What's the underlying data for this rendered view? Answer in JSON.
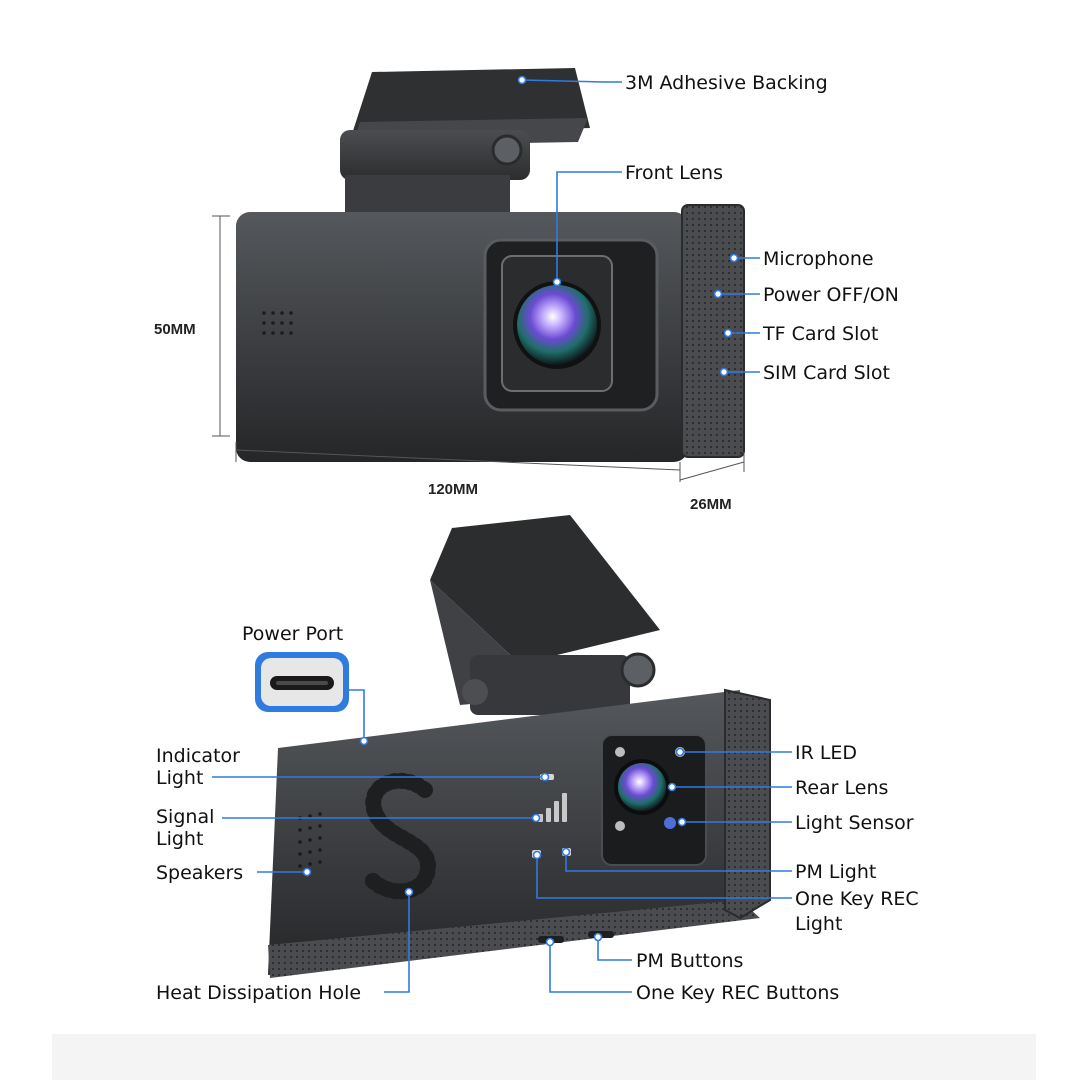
{
  "dimensions": {
    "height": "50MM",
    "length": "120MM",
    "depth": "26MM"
  },
  "front_view": {
    "callouts": [
      {
        "key": "adhesive",
        "text": "3M Adhesive Backing"
      },
      {
        "key": "front_lens",
        "text": "Front Lens"
      },
      {
        "key": "microphone",
        "text": "Microphone"
      },
      {
        "key": "power_switch",
        "text": "Power OFF/ON"
      },
      {
        "key": "tf_slot",
        "text": "TF Card Slot"
      },
      {
        "key": "sim_slot",
        "text": "SIM Card Slot"
      }
    ]
  },
  "rear_view": {
    "power_port_label": "Power Port",
    "callouts": [
      {
        "key": "indicator",
        "lines": [
          "Indicator",
          "Light"
        ]
      },
      {
        "key": "signal",
        "lines": [
          "Signal",
          "Light"
        ]
      },
      {
        "key": "speakers",
        "lines": [
          "Speakers"
        ]
      },
      {
        "key": "heat",
        "lines": [
          "Heat Dissipation Hole"
        ]
      },
      {
        "key": "ir_led",
        "lines": [
          "IR LED"
        ]
      },
      {
        "key": "rear_lens",
        "lines": [
          "Rear Lens"
        ]
      },
      {
        "key": "light_sensor",
        "lines": [
          "Light Sensor"
        ]
      },
      {
        "key": "pm_light",
        "lines": [
          "PM Light"
        ]
      },
      {
        "key": "rec_light",
        "lines": [
          "One Key REC",
          "Light"
        ]
      },
      {
        "key": "pm_buttons",
        "lines": [
          "PM Buttons"
        ]
      },
      {
        "key": "rec_buttons",
        "lines": [
          "One Key REC Buttons"
        ]
      }
    ]
  },
  "colors": {
    "accent": "#2f7be0",
    "body": "#3e4043",
    "body_dark": "#2a2b2d",
    "body_light": "#5a5c60"
  }
}
